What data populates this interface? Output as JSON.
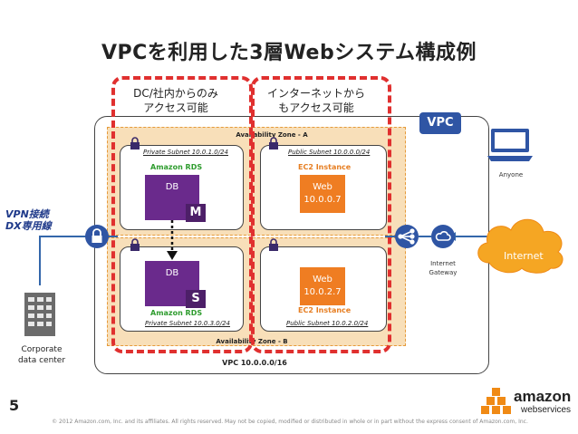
{
  "title": "VPCを利用した3層Webシステム構成例",
  "zones": {
    "internal": {
      "line1": "DC/社内からのみ",
      "line2": "アクセス可能"
    },
    "internet": {
      "line1": "インターネットから",
      "line2": "もアクセス可能"
    }
  },
  "vpc": {
    "tag": "VPC",
    "cidr": "VPC 10.0.0.0/16"
  },
  "availability_zones": [
    {
      "label": "Availability Zone - A"
    },
    {
      "label": "Availability Zone - B"
    }
  ],
  "subnets": {
    "private_a": "Private Subnet 10.0.1.0/24",
    "public_a": "Public Subnet 10.0.0.0/24",
    "private_b": "Private Subnet 10.0.3.0/24",
    "public_b": "Public Subnet 10.0.2.0/24"
  },
  "rds": {
    "label_a": "Amazon RDS",
    "label_b": "Amazon RDS",
    "db_a": "DB",
    "db_a_badge": "M",
    "db_b": "DB",
    "db_b_badge": "S"
  },
  "ec2": {
    "label_a": "EC2 Instance",
    "label_b": "EC2 Instance",
    "web_a_line1": "Web",
    "web_a_line2": "10.0.0.7",
    "web_b_line1": "Web",
    "web_b_line2": "10.0.2.7"
  },
  "vpn": {
    "line1": "VPN接続",
    "line2": "DX専用線"
  },
  "corporate": {
    "line1": "Corporate",
    "line2": "data center"
  },
  "gateway": {
    "line1": "Internet",
    "line2": "Gateway"
  },
  "anyone": "Anyone",
  "internet_cloud": "Internet",
  "page_number": "5",
  "footer": "© 2012 Amazon.com, Inc. and its affiliates.  All rights reserved.  May not be copied, modified or distributed in whole or in part without the express consent of Amazon.com, Inc.",
  "logo": {
    "word1": "amazon",
    "word2": "webservices"
  },
  "colors": {
    "red": "#e0302f",
    "orange": "#ef7d22",
    "purple": "#6a2a8c",
    "blue": "#2f55a4",
    "green": "#2e9c2e"
  }
}
